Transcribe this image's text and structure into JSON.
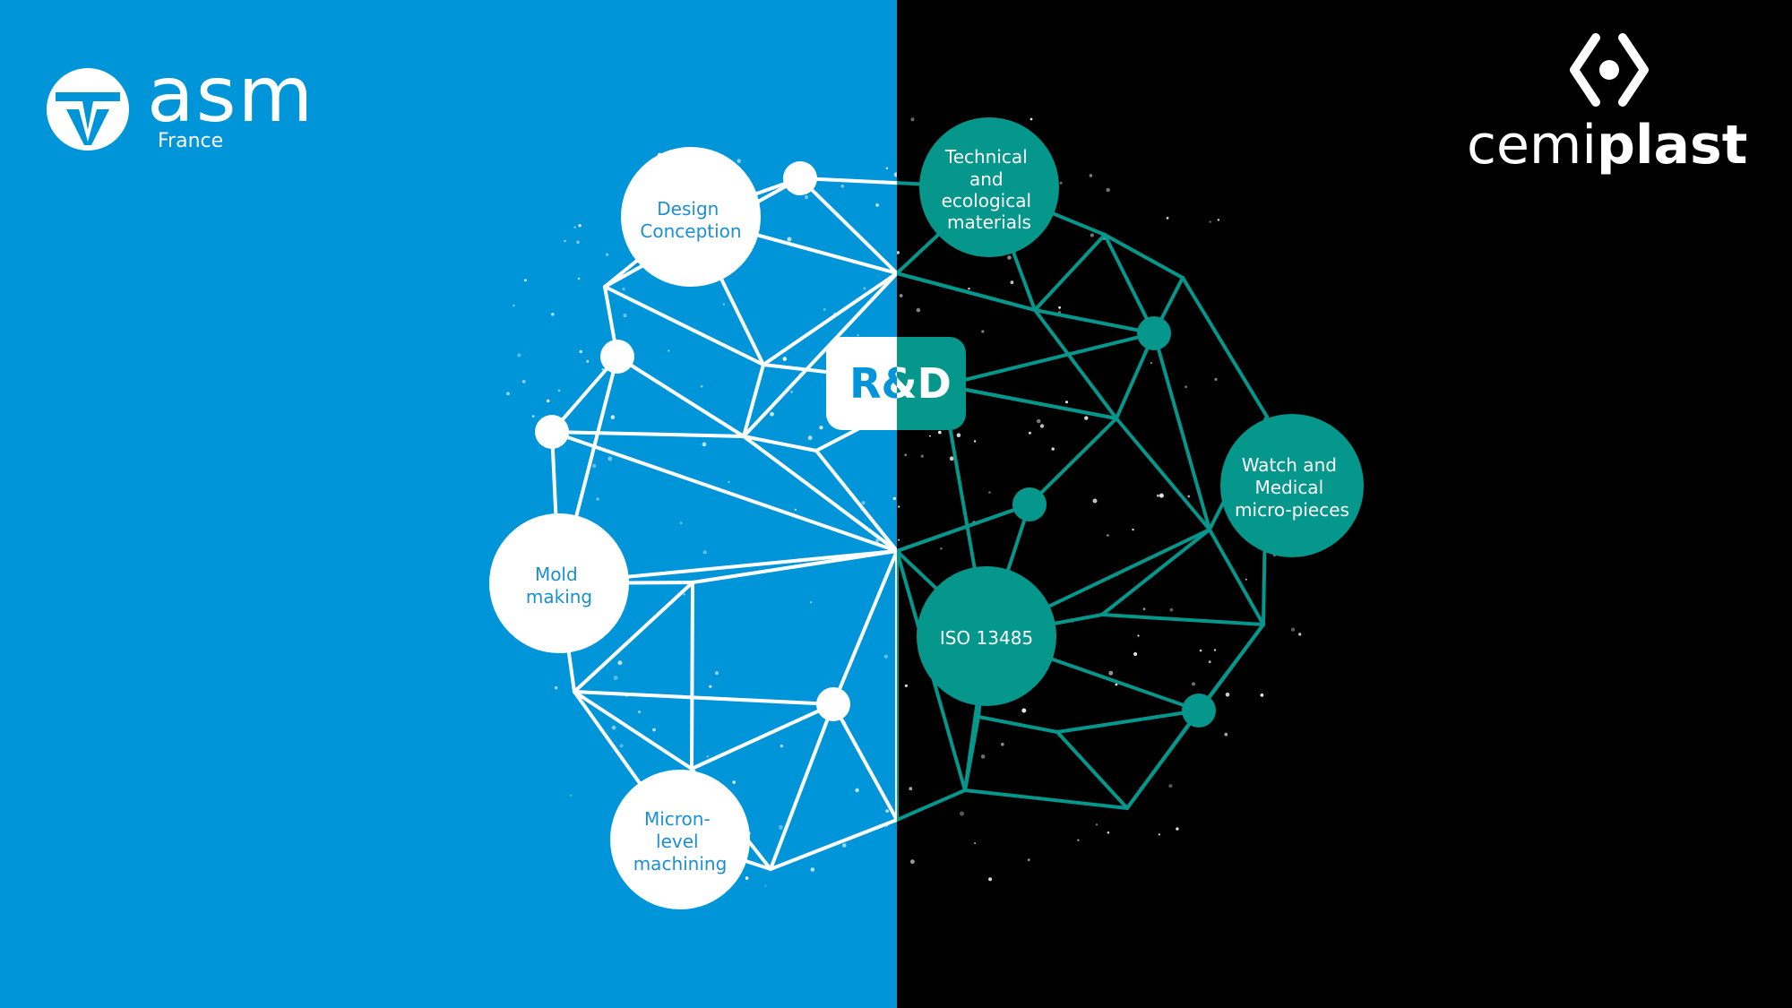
{
  "colors": {
    "left_bg": "#0095D9",
    "right_bg": "#000000",
    "teal": "#05968C",
    "white": "#FFFFFF",
    "blue_text": "#1B8FD2"
  },
  "left_logo": {
    "icon": "asm-emblem-icon",
    "name": "asm",
    "subtitle": "France"
  },
  "right_logo": {
    "icon": "cemiplast-chevron-dot-icon",
    "name_light": "cemi",
    "name_bold": "plast"
  },
  "center_label": "R&D",
  "nodes": {
    "design": [
      "Design",
      "Conception"
    ],
    "mold": [
      "Mold",
      "making"
    ],
    "micron": [
      "Micron-",
      "level",
      "machining"
    ],
    "technical": [
      "Technical",
      "and",
      "ecological",
      "materials"
    ],
    "watch": [
      "Watch and",
      "Medical",
      "micro-pieces"
    ],
    "iso": [
      "ISO 13485"
    ]
  }
}
